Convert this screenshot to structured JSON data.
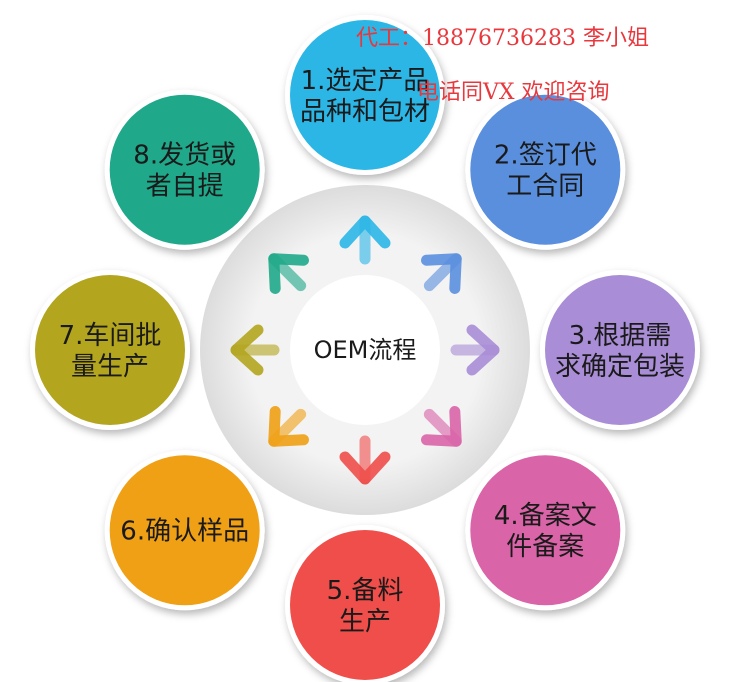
{
  "diagram": {
    "center": "OEM流程",
    "steps": [
      {
        "lines": [
          "1.选定产品",
          "品种和包材"
        ],
        "color": "#2bb6e6"
      },
      {
        "lines": [
          "2.签订代",
          "工合同"
        ],
        "color": "#5a8fde"
      },
      {
        "lines": [
          "3.根据需",
          "求确定包装"
        ],
        "color": "#a98dd6"
      },
      {
        "lines": [
          "4.备案文",
          "件备案"
        ],
        "color": "#d964a8"
      },
      {
        "lines": [
          "5.备料",
          "生产"
        ],
        "color": "#ef4e4a"
      },
      {
        "lines": [
          "6.确认样品"
        ],
        "color": "#f0a015"
      },
      {
        "lines": [
          "7.车间批",
          "量生产"
        ],
        "color": "#b3a51e"
      },
      {
        "lines": [
          "8.发货或",
          "者自提"
        ],
        "color": "#1fa889"
      }
    ]
  },
  "watermark": {
    "line1": "代工：18876736283   李小姐",
    "line2": "电话同VX 欢迎咨询",
    "color": "#e8383d"
  }
}
